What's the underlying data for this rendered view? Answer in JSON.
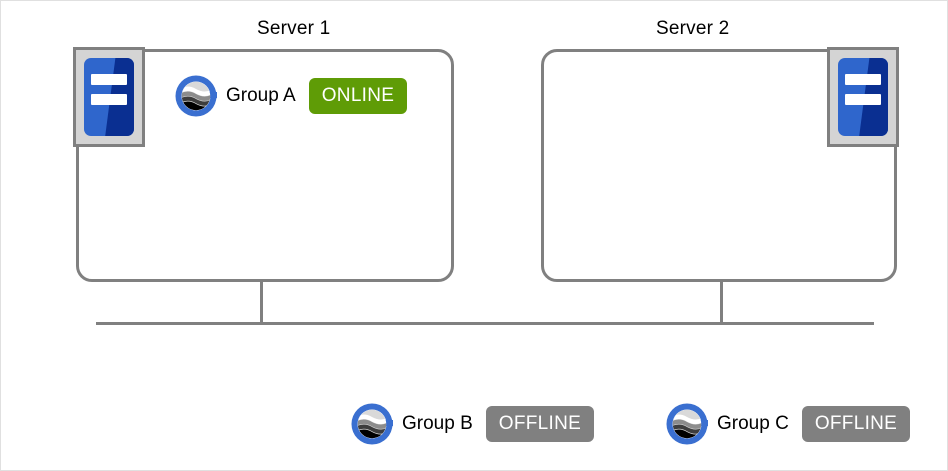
{
  "diagram": {
    "type": "cluster-topology",
    "servers": [
      {
        "id": "server-1",
        "title": "Server 1",
        "icon": "server-chassis-icon",
        "icon_position": "top-left"
      },
      {
        "id": "server-2",
        "title": "Server 2",
        "icon": "server-chassis-icon",
        "icon_position": "top-right"
      }
    ],
    "groups": [
      {
        "id": "group-a",
        "label": "Group A",
        "status": "ONLINE",
        "status_color": "#5f9c06",
        "icon": "globe-group-icon",
        "location": "server-1"
      },
      {
        "id": "group-b",
        "label": "Group B",
        "status": "OFFLINE",
        "status_color": "#808080",
        "icon": "globe-group-icon",
        "location": "unassigned"
      },
      {
        "id": "group-c",
        "label": "Group C",
        "status": "OFFLINE",
        "status_color": "#808080",
        "icon": "globe-group-icon",
        "location": "unassigned"
      }
    ],
    "network": {
      "bus_label": "",
      "line_color": "#808080"
    }
  }
}
